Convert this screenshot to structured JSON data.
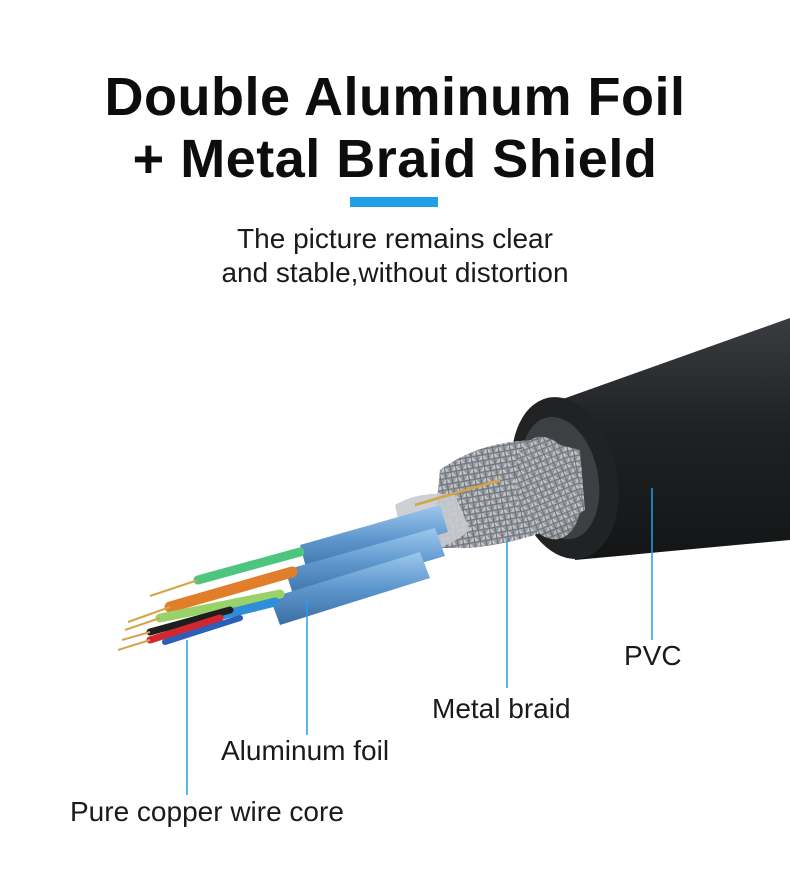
{
  "heading": {
    "line1": "Double Aluminum Foil",
    "line2": "+ Metal Braid Shield"
  },
  "subheading": {
    "line1": "The picture remains clear",
    "line2": "and stable,without distortion"
  },
  "callouts": {
    "pvc": "PVC",
    "metal_braid": "Metal braid",
    "aluminum_foil": "Aluminum foil",
    "copper_core": "Pure copper wire core"
  },
  "colors": {
    "accent": "#1ea0e8",
    "leader_line": "#1ea0e8",
    "jacket": "#232527",
    "foil": "#6fa8d8",
    "braid": "#c9ccd0",
    "copper": "#d4a548"
  }
}
